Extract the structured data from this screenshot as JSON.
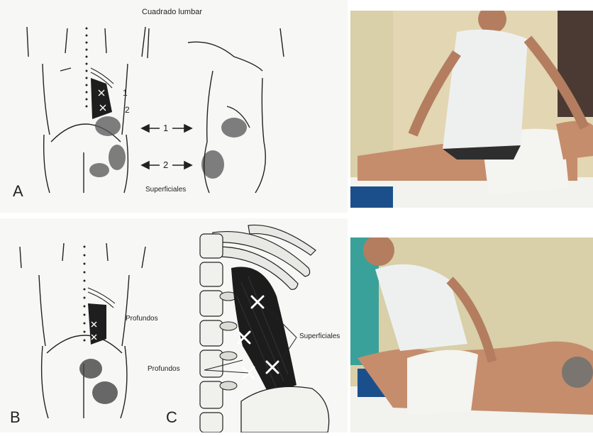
{
  "panel_a": {
    "letter": "A",
    "title": "Cuadrado lumbar",
    "marker_1": "1",
    "marker_2": "2",
    "arrow_1": "1",
    "arrow_2": "2",
    "caption": "Superficiales"
  },
  "panel_b": {
    "letter": "B",
    "label": "Profundos"
  },
  "panel_c": {
    "letter": "C",
    "label_superficiales": "Superficiales",
    "label_profundos": "Profundos"
  },
  "colors": {
    "ink": "#222222",
    "skin": "#c58d6c",
    "wall": "#e3d6b2",
    "wall_top": "#d9cfa8",
    "coat": "#eef0f0",
    "towel": "#f4f4f0",
    "table": "#1b4f8c",
    "teal": "#3aa19a"
  }
}
